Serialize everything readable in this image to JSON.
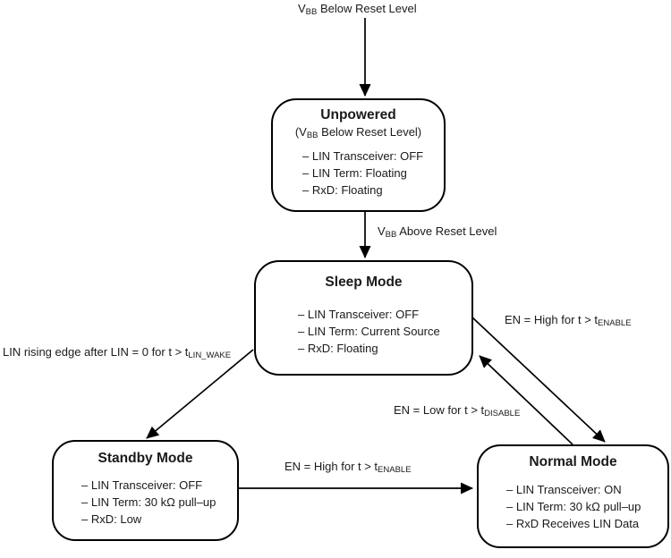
{
  "colors": {
    "line": "#000000",
    "background": "#ffffff",
    "text": "#1a1a1a"
  },
  "labels": {
    "vbb_below": {
      "pre": "V",
      "sub": "BB",
      "post": " Below Reset Level"
    },
    "vbb_above": {
      "pre": "V",
      "sub": "BB",
      "post": " Above Reset Level"
    },
    "en_high_upper": {
      "pre": "EN = High for t > t",
      "sub": "ENABLE",
      "post": ""
    },
    "lin_wake": {
      "pre": "LIN rising edge after LIN = 0 for t > t",
      "sub": "LIN_WAKE",
      "post": ""
    },
    "en_low": {
      "pre": "EN = Low for t > t",
      "sub": "DISABLE",
      "post": ""
    },
    "en_high_lower": {
      "pre": "EN = High for t > t",
      "sub": "ENABLE",
      "post": ""
    }
  },
  "states": {
    "unpowered": {
      "title": "Unpowered",
      "subtitle": {
        "pre": "(V",
        "sub": "BB",
        "post": " Below Reset Level)"
      },
      "items": [
        "– LIN Transceiver: OFF",
        "– LIN Term: Floating",
        "– RxD: Floating"
      ]
    },
    "sleep": {
      "title": "Sleep Mode",
      "items": [
        "– LIN Transceiver: OFF",
        "– LIN Term: Current Source",
        "– RxD: Floating"
      ]
    },
    "standby": {
      "title": "Standby Mode",
      "items": [
        "– LIN Transceiver: OFF",
        "– LIN Term: 30 kΩ pull–up",
        "– RxD: Low"
      ]
    },
    "normal": {
      "title": "Normal Mode",
      "items": [
        "– LIN Transceiver: ON",
        "– LIN Term: 30 kΩ pull–up",
        "– RxD Receives LIN Data"
      ]
    }
  }
}
